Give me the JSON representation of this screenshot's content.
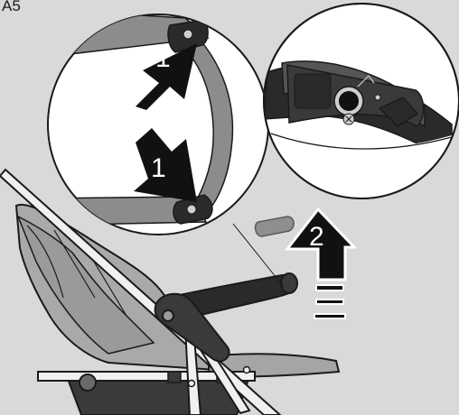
{
  "step": {
    "label": "A5"
  },
  "callouts": {
    "upper": {
      "number": "1"
    },
    "lower": {
      "number": "1"
    },
    "lift": {
      "number": "2"
    }
  },
  "colors": {
    "background": "#d9d9d9",
    "canopy_band": "#8c8c8c",
    "dark_part": "#262626",
    "arrow_dark": "#111111",
    "frame_grey": "#a8a8a8"
  },
  "icons": {
    "left_circle": "magnified-canopy-hinge",
    "right_circle": "magnified-release-button",
    "arrows": [
      "arrow-up-right",
      "arrow-down-right",
      "arrow-up"
    ]
  }
}
